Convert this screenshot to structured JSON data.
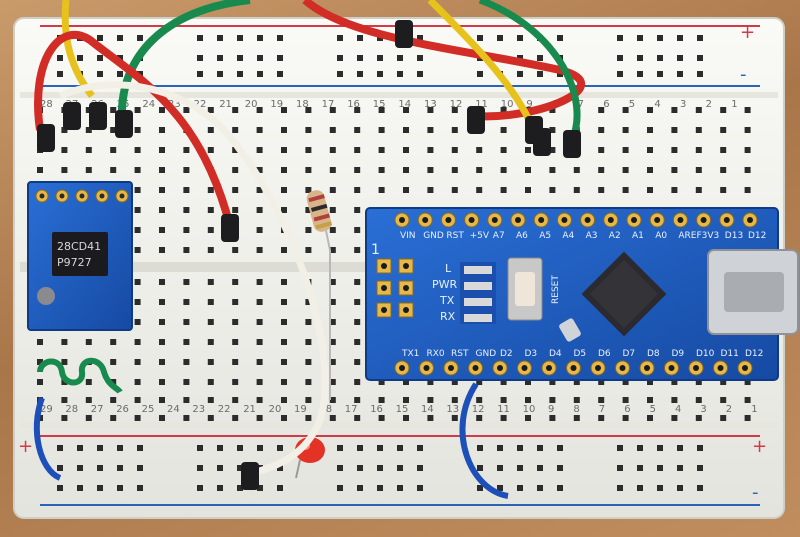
{
  "board": {
    "top_numbers": [
      "28",
      "27",
      "26",
      "25",
      "24",
      "23",
      "22",
      "21",
      "20",
      "19",
      "18",
      "17",
      "16",
      "15",
      "14",
      "13",
      "12",
      "11",
      "10",
      "9",
      "8",
      "7",
      "6",
      "5",
      "4",
      "3",
      "2",
      "1"
    ],
    "bottom_numbers": [
      "29",
      "28",
      "27",
      "26",
      "25",
      "24",
      "23",
      "22",
      "21",
      "20",
      "19",
      "18",
      "17",
      "16",
      "15",
      "14",
      "13",
      "12",
      "11",
      "10",
      "9",
      "8",
      "7",
      "6",
      "5",
      "4",
      "3",
      "2",
      "1"
    ],
    "rail_plus": "+",
    "rail_minus": "-"
  },
  "module": {
    "chip_line1": "28CD41",
    "chip_line2": "P9727"
  },
  "arduino": {
    "top_pins": [
      "D12",
      "D13",
      "3V3",
      "AREF",
      "A0",
      "A1",
      "A2",
      "A3",
      "A4",
      "A5",
      "A6",
      "A7",
      "+5V",
      "RST",
      "GND",
      "VIN"
    ],
    "bottom_pins": [
      "D12",
      "D11",
      "D10",
      "D9",
      "D8",
      "D7",
      "D6",
      "D5",
      "D4",
      "D3",
      "D2",
      "GND",
      "RST",
      "RX0",
      "TX1"
    ],
    "pin1_label": "1",
    "led_labels": [
      "L",
      "PWR",
      "TX",
      "RX"
    ],
    "reset_label": "RESET"
  },
  "colors": {
    "board": "#f1f1ec",
    "rail_red": "#d23a4a",
    "rail_blue": "#2a63b8",
    "pcb": "#1f5cc4",
    "wire_red": "#d22c26",
    "wire_green": "#198a4e",
    "wire_yellow": "#e8c21c",
    "wire_white": "#f2efe6",
    "wire_blue": "#1d4fb8"
  }
}
